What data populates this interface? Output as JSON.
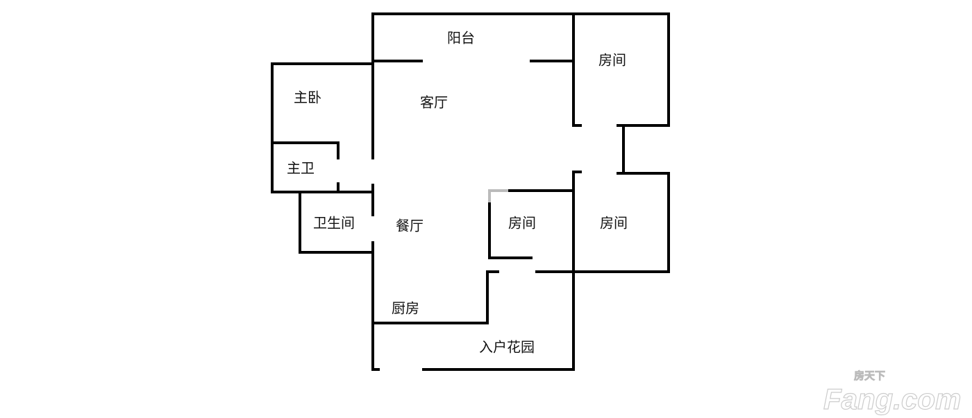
{
  "rooms": {
    "balcony": "阳台",
    "room_top_right": "房间",
    "master_bedroom": "主卧",
    "living_room": "客厅",
    "master_bath": "主卫",
    "bathroom": "卫生间",
    "dining_room": "餐厅",
    "room_small": "房间",
    "room_bottom_right": "房间",
    "kitchen": "厨房",
    "entry_garden": "入户花园"
  },
  "watermark": {
    "brand": "Fang.com",
    "cn": "房天下"
  }
}
